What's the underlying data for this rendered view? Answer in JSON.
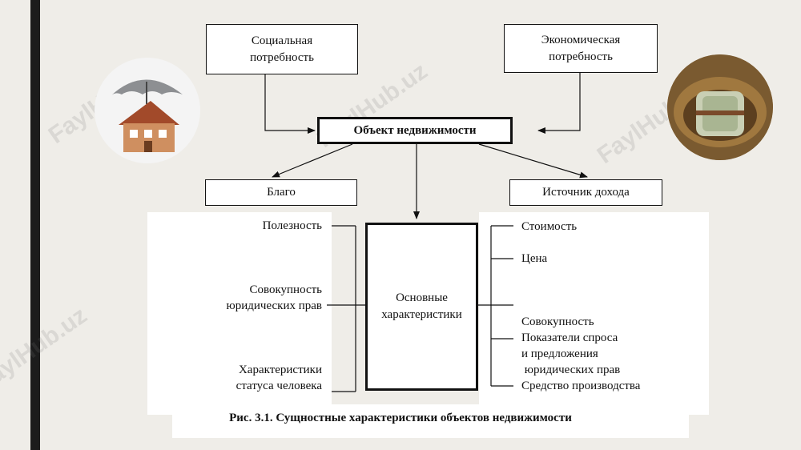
{
  "top": {
    "social_need": [
      "Социальная",
      "потребность"
    ],
    "economic_need": [
      "Экономическая",
      "потребность"
    ]
  },
  "center": {
    "object": "Объект недвижимости",
    "main_characteristics": [
      "Основные",
      "характеристики"
    ]
  },
  "branches": {
    "good": "Благо",
    "income_source": "Источник дохода"
  },
  "left_items": [
    [
      "Полезность"
    ],
    [
      "Совокупность",
      "юридических прав"
    ],
    [
      "Характеристики",
      "статуса человека"
    ]
  ],
  "right_items": [
    [
      "Стоимость"
    ],
    [
      "Цена"
    ],
    [
      "Совокупность",
      " юридических прав"
    ],
    [
      "Показатели спроса",
      "и предложения"
    ],
    [
      "Средство производства"
    ]
  ],
  "caption": "Рис. 3.1. Сущностные характеристики объектов недвижимости",
  "watermark": "FaylHub.uz",
  "icons": {
    "left_photo": "house-umbrella-icon",
    "right_photo": "money-nest-icon"
  },
  "colors": {
    "background": "#efede8",
    "panel": "#ffffff",
    "line": "#111111",
    "accent_bar": "#1c1c1c"
  }
}
